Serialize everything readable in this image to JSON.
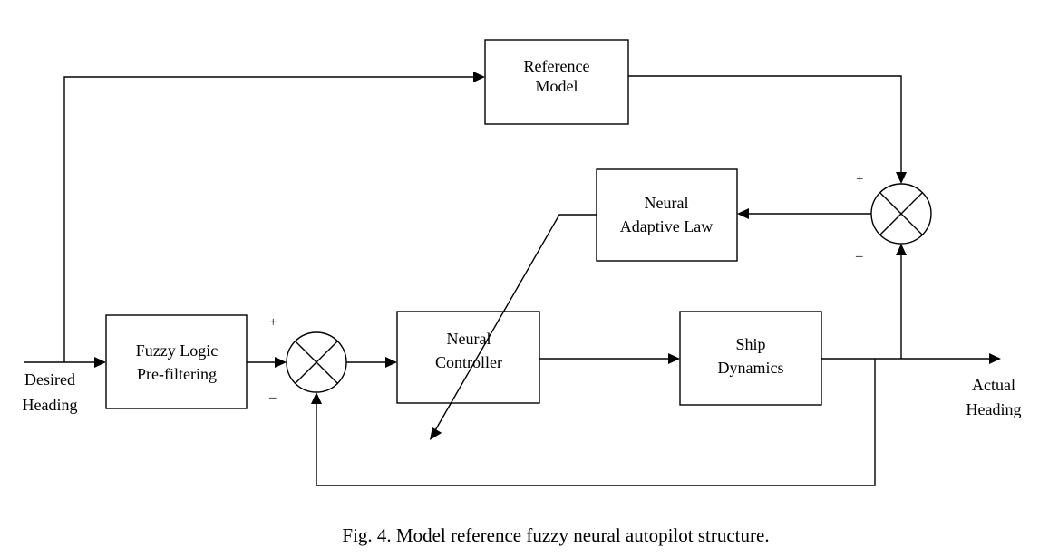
{
  "blocks": {
    "reference_model": [
      "Reference",
      "Model"
    ],
    "neural_adaptive_law": [
      "Neural",
      "Adaptive Law"
    ],
    "fuzzy_logic": [
      "Fuzzy Logic",
      "Pre-filtering"
    ],
    "neural_controller": [
      "Neural",
      "Controller"
    ],
    "ship_dynamics": [
      "Ship",
      "Dynamics"
    ]
  },
  "io": {
    "input": [
      "Desired",
      "Heading"
    ],
    "output": [
      "Actual",
      "Heading"
    ]
  },
  "signs": {
    "sum1_plus": "+",
    "sum1_minus": "–",
    "sum2_plus": "+",
    "sum2_minus": "–"
  },
  "caption": "Fig. 4. Model reference fuzzy neural autopilot structure."
}
